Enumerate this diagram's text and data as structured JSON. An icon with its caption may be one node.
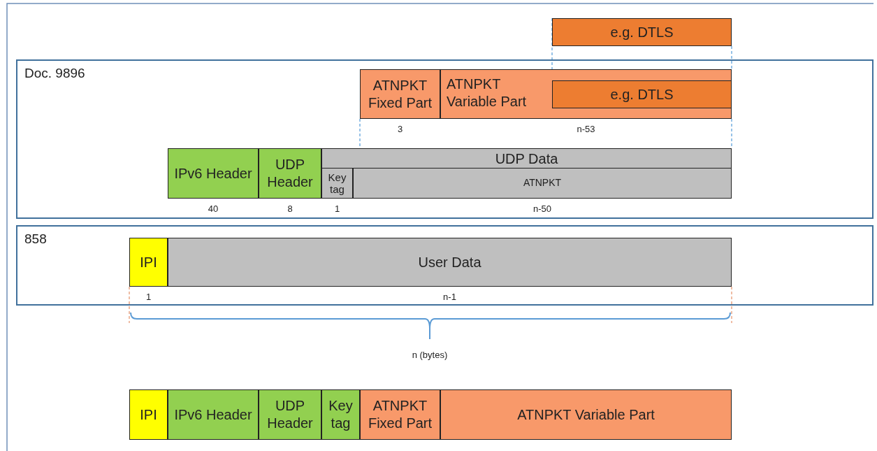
{
  "diagram": {
    "nodes": [
      {
        "text": [
          "e.g. DTLS"
        ]
      },
      {
        "text": [
          "Doc. 9896"
        ]
      },
      {
        "text": [
          "ATNPKT Fixed Part"
        ],
        "in": 1,
        "beside": [
          "3"
        ]
      },
      {
        "text": [
          "ATNPKT Variable Part"
        ],
        "in": 1,
        "beside": [
          "n-53"
        ]
      },
      {
        "text": [
          "e.g. DTLS"
        ],
        "in": 3
      },
      {
        "text": [
          "IPv6 Header"
        ],
        "in": 1,
        "beside": [
          "40"
        ]
      },
      {
        "text": [
          "UDP Header"
        ],
        "in": 1,
        "beside": [
          "8"
        ]
      },
      {
        "text": [
          "UDP Data"
        ],
        "in": 1
      },
      {
        "text": [
          "Key tag"
        ],
        "in": 7,
        "beside": [
          "1"
        ]
      },
      {
        "text": [
          "ATNPKT"
        ],
        "in": 7,
        "beside": [
          "n-50"
        ]
      },
      {
        "text": [
          "858"
        ]
      },
      {
        "text": [
          "IPI"
        ],
        "in": 10,
        "beside": [
          "1"
        ]
      },
      {
        "text": [
          "User Data"
        ],
        "in": 10,
        "beside": [
          "n-1"
        ]
      },
      {
        "text": [
          "IPI"
        ]
      },
      {
        "text": [
          "IPv6 Header"
        ]
      },
      {
        "text": [
          "UDP Header"
        ]
      },
      {
        "text": [
          "Key tag"
        ]
      },
      {
        "text": [
          "ATNPKT Fixed Part"
        ]
      },
      {
        "text": [
          "ATNPKT Variable Part"
        ]
      }
    ],
    "labels": [
      "n (bytes)"
    ]
  }
}
